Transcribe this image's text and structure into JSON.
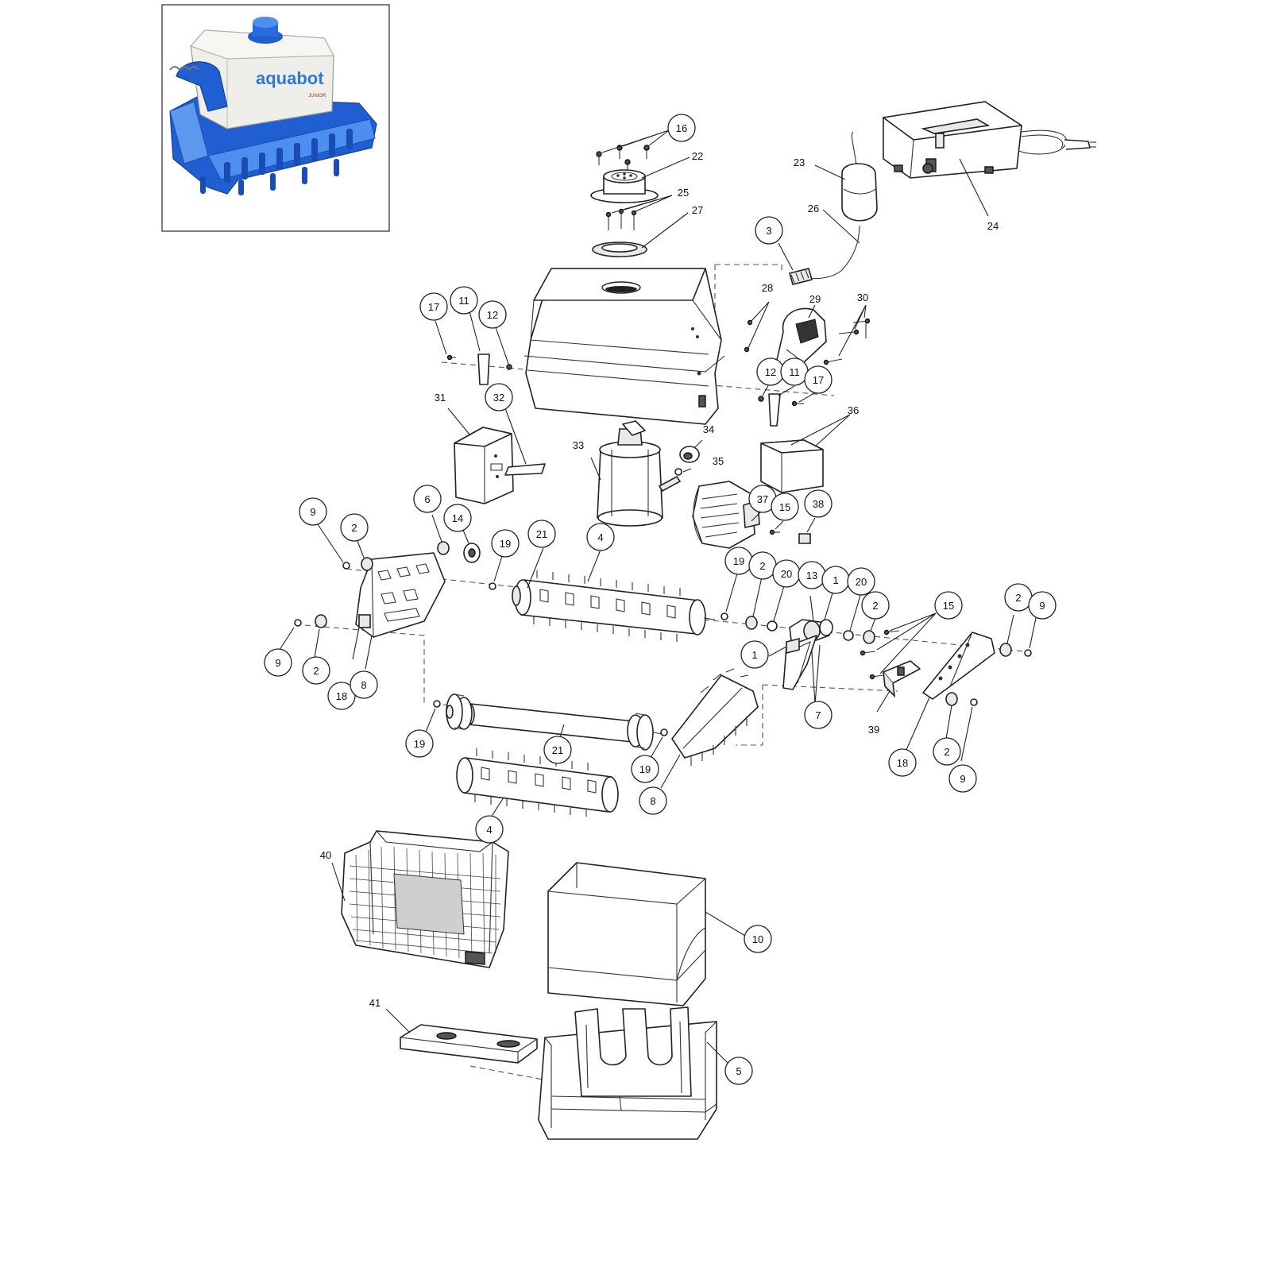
{
  "inset": {
    "logo_text": "aquabot",
    "badge_text": "JUNIOR",
    "colors": {
      "blue": "#1f5fd1",
      "light_blue": "#4d8ff0",
      "body": "#eeeeea",
      "logo": "#2f78d8"
    }
  },
  "callouts": [
    {
      "id": "c16a",
      "label": "16",
      "style": "circle"
    },
    {
      "id": "c22",
      "label": "22",
      "style": "plain"
    },
    {
      "id": "c25",
      "label": "25",
      "style": "plain"
    },
    {
      "id": "c27",
      "label": "27",
      "style": "plain"
    },
    {
      "id": "c23",
      "label": "23",
      "style": "plain"
    },
    {
      "id": "c26",
      "label": "26",
      "style": "plain"
    },
    {
      "id": "c24",
      "label": "24",
      "style": "plain"
    },
    {
      "id": "c3",
      "label": "3",
      "style": "circle"
    },
    {
      "id": "c28",
      "label": "28",
      "style": "plain"
    },
    {
      "id": "c29",
      "label": "29",
      "style": "plain"
    },
    {
      "id": "c30",
      "label": "30",
      "style": "plain"
    },
    {
      "id": "c17a",
      "label": "17",
      "style": "circle"
    },
    {
      "id": "c11a",
      "label": "11",
      "style": "circle"
    },
    {
      "id": "c12a",
      "label": "12",
      "style": "circle"
    },
    {
      "id": "c12b",
      "label": "12",
      "style": "circle"
    },
    {
      "id": "c11b",
      "label": "11",
      "style": "circle"
    },
    {
      "id": "c17b",
      "label": "17",
      "style": "circle"
    },
    {
      "id": "c31",
      "label": "31",
      "style": "plain"
    },
    {
      "id": "c32",
      "label": "32",
      "style": "circle"
    },
    {
      "id": "c33",
      "label": "33",
      "style": "plain"
    },
    {
      "id": "c34",
      "label": "34",
      "style": "plain"
    },
    {
      "id": "c35",
      "label": "35",
      "style": "plain"
    },
    {
      "id": "c36",
      "label": "36",
      "style": "plain"
    },
    {
      "id": "c37",
      "label": "37",
      "style": "circle"
    },
    {
      "id": "c15a",
      "label": "15",
      "style": "circle"
    },
    {
      "id": "c38",
      "label": "38",
      "style": "circle"
    },
    {
      "id": "c9a",
      "label": "9",
      "style": "circle"
    },
    {
      "id": "c2a",
      "label": "2",
      "style": "circle"
    },
    {
      "id": "c6",
      "label": "6",
      "style": "circle"
    },
    {
      "id": "c14",
      "label": "14",
      "style": "circle"
    },
    {
      "id": "c19a",
      "label": "19",
      "style": "circle"
    },
    {
      "id": "c21a",
      "label": "21",
      "style": "circle"
    },
    {
      "id": "c4a",
      "label": "4",
      "style": "circle"
    },
    {
      "id": "c19b",
      "label": "19",
      "style": "circle"
    },
    {
      "id": "c2b",
      "label": "2",
      "style": "circle"
    },
    {
      "id": "c20a",
      "label": "20",
      "style": "circle"
    },
    {
      "id": "c13",
      "label": "13",
      "style": "circle"
    },
    {
      "id": "c1a",
      "label": "1",
      "style": "circle"
    },
    {
      "id": "c20b",
      "label": "20",
      "style": "circle"
    },
    {
      "id": "c2c",
      "label": "2",
      "style": "circle"
    },
    {
      "id": "c15b",
      "label": "15",
      "style": "circle"
    },
    {
      "id": "c2d",
      "label": "2",
      "style": "circle"
    },
    {
      "id": "c9b",
      "label": "9",
      "style": "circle"
    },
    {
      "id": "c9c",
      "label": "9",
      "style": "circle"
    },
    {
      "id": "c2e",
      "label": "2",
      "style": "circle"
    },
    {
      "id": "c18a",
      "label": "18",
      "style": "circle"
    },
    {
      "id": "c8a",
      "label": "8",
      "style": "circle"
    },
    {
      "id": "c1b",
      "label": "1",
      "style": "circle"
    },
    {
      "id": "c7",
      "label": "7",
      "style": "circle"
    },
    {
      "id": "c39",
      "label": "39",
      "style": "plain"
    },
    {
      "id": "c18b",
      "label": "18",
      "style": "circle"
    },
    {
      "id": "c2f",
      "label": "2",
      "style": "circle"
    },
    {
      "id": "c9d",
      "label": "9",
      "style": "circle"
    },
    {
      "id": "c19c",
      "label": "19",
      "style": "circle"
    },
    {
      "id": "c21b",
      "label": "21",
      "style": "circle"
    },
    {
      "id": "c19d",
      "label": "19",
      "style": "circle"
    },
    {
      "id": "c8b",
      "label": "8",
      "style": "circle"
    },
    {
      "id": "c4b",
      "label": "4",
      "style": "circle"
    },
    {
      "id": "c40",
      "label": "40",
      "style": "plain"
    },
    {
      "id": "c10",
      "label": "10",
      "style": "circle"
    },
    {
      "id": "c41",
      "label": "41",
      "style": "plain"
    },
    {
      "id": "c5",
      "label": "5",
      "style": "circle"
    }
  ]
}
